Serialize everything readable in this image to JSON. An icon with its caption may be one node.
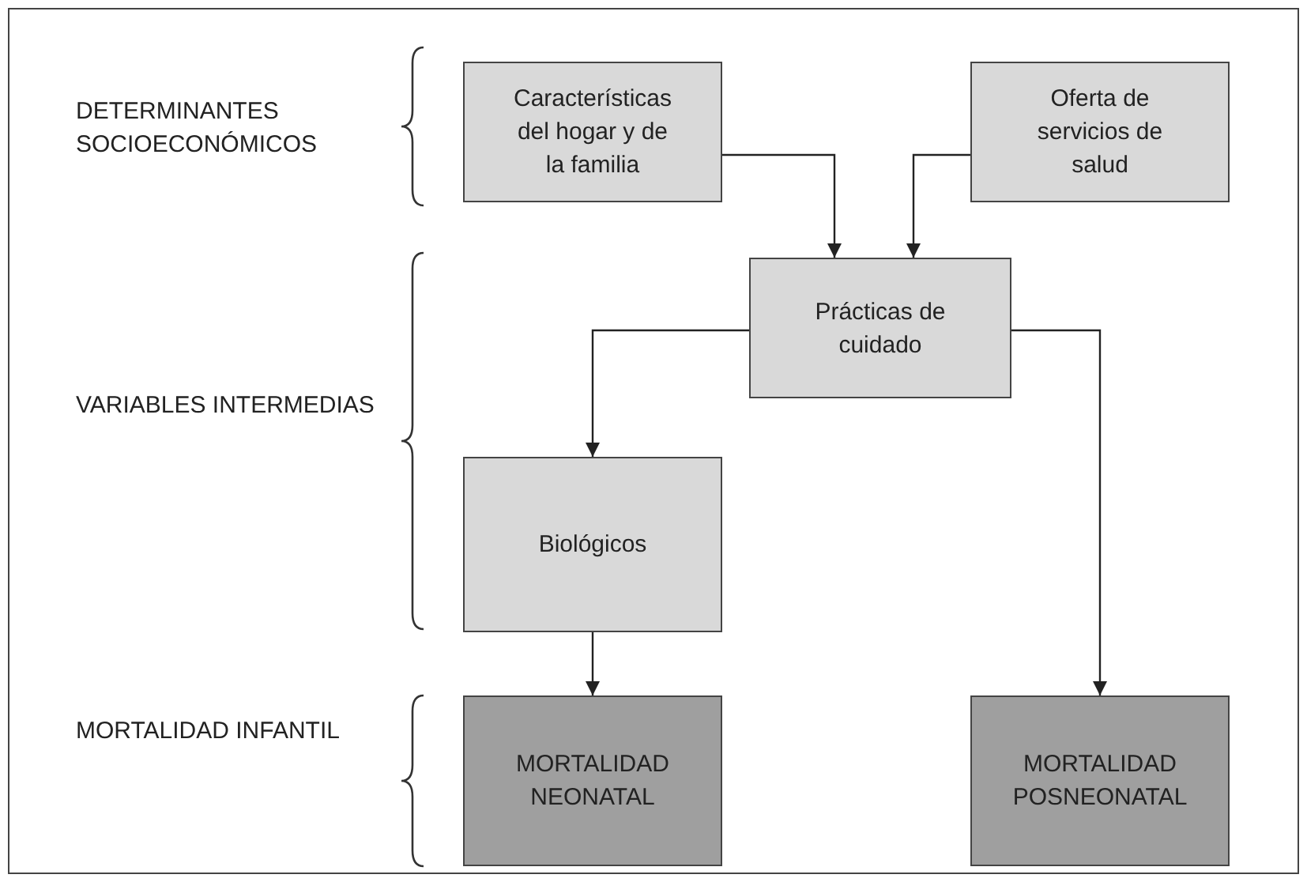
{
  "diagram": {
    "nodes": [
      {
        "text": [
          "Características del hogar y de la familia"
        ]
      },
      {
        "text": [
          "Oferta de servicios de salud"
        ]
      },
      {
        "text": [
          "Prácticas de cuidado"
        ]
      },
      {
        "text": [
          "Biológicos"
        ]
      },
      {
        "text": [
          "MORTALIDAD NEONATAL"
        ]
      },
      {
        "text": [
          "MORTALIDAD POSNEONATAL"
        ]
      }
    ],
    "edges": [
      {
        "from": 0,
        "to": 2,
        "arrow": "to"
      },
      {
        "from": 1,
        "to": 2,
        "arrow": "to"
      },
      {
        "from": 2,
        "to": 3,
        "arrow": "to"
      },
      {
        "from": 2,
        "to": 5,
        "arrow": "to"
      },
      {
        "from": 3,
        "to": 4,
        "arrow": "to"
      }
    ],
    "labels": [
      "DETERMINANTES SOCIOECONÓMICOS",
      "VARIABLES INTERMEDIAS",
      "MORTALIDAD INFANTIL"
    ]
  }
}
